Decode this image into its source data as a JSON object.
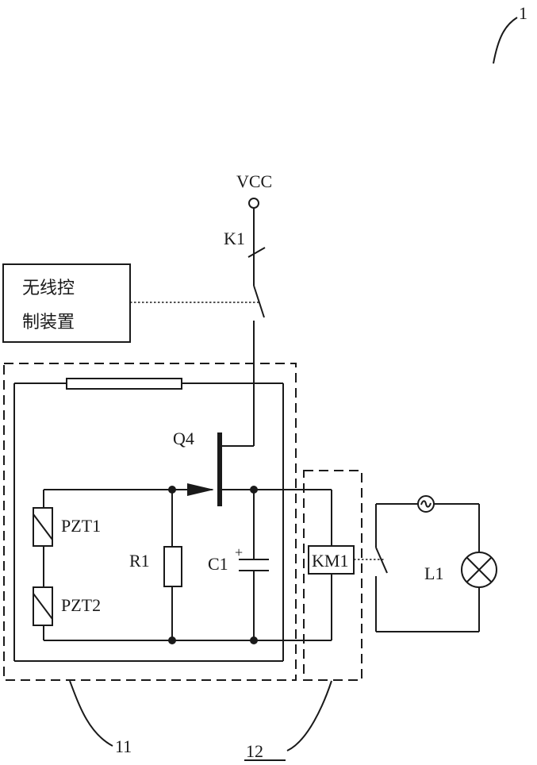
{
  "figure_ref": "1",
  "supply": {
    "label": "VCC"
  },
  "switch_k1": {
    "label": "K1"
  },
  "wireless_control": {
    "line1": "无线控",
    "line2": "制装置"
  },
  "transistor": {
    "label": "Q4"
  },
  "piezo_1": {
    "label": "PZT1"
  },
  "piezo_2": {
    "label": "PZT2"
  },
  "resistor": {
    "label": "R1"
  },
  "capacitor": {
    "label": "C1",
    "polarity": "+"
  },
  "relay": {
    "label": "KM1"
  },
  "lamp": {
    "label": "L1"
  },
  "module_11": {
    "label": "11"
  },
  "module_12": {
    "label": "12"
  }
}
